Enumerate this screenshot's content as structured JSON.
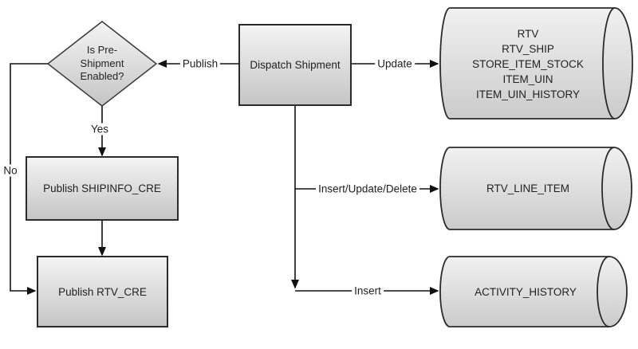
{
  "colors": {
    "background": "#ffffff",
    "node_fill_top": "#f4f4f4",
    "node_fill_bottom": "#c5c5c5",
    "node_border": "#2b2b2b",
    "connector": "#111111",
    "text": "#222222"
  },
  "nodes": {
    "decision": {
      "line1": "Is Pre-",
      "line2": "Shipment",
      "line3": "Enabled?"
    },
    "dispatch_shipment": {
      "label": "Dispatch Shipment"
    },
    "publish_shipinfo_cre": {
      "label": "Publish SHIPINFO_CRE"
    },
    "publish_rtv_cre": {
      "label": "Publish RTV_CRE"
    },
    "db_rtv_tables": {
      "lines": [
        "RTV",
        "RTV_SHIP",
        "STORE_ITEM_STOCK",
        "ITEM_UIN",
        "ITEM_UIN_HISTORY"
      ]
    },
    "db_rtv_line_item": {
      "label": "RTV_LINE_ITEM"
    },
    "db_activity_history": {
      "label": "ACTIVITY_HISTORY"
    }
  },
  "edges": {
    "publish_label": "Publish",
    "update_label": "Update",
    "yes_label": "Yes",
    "no_label": "No",
    "insert_update_delete_label": "Insert/Update/Delete",
    "insert_label": "Insert"
  }
}
